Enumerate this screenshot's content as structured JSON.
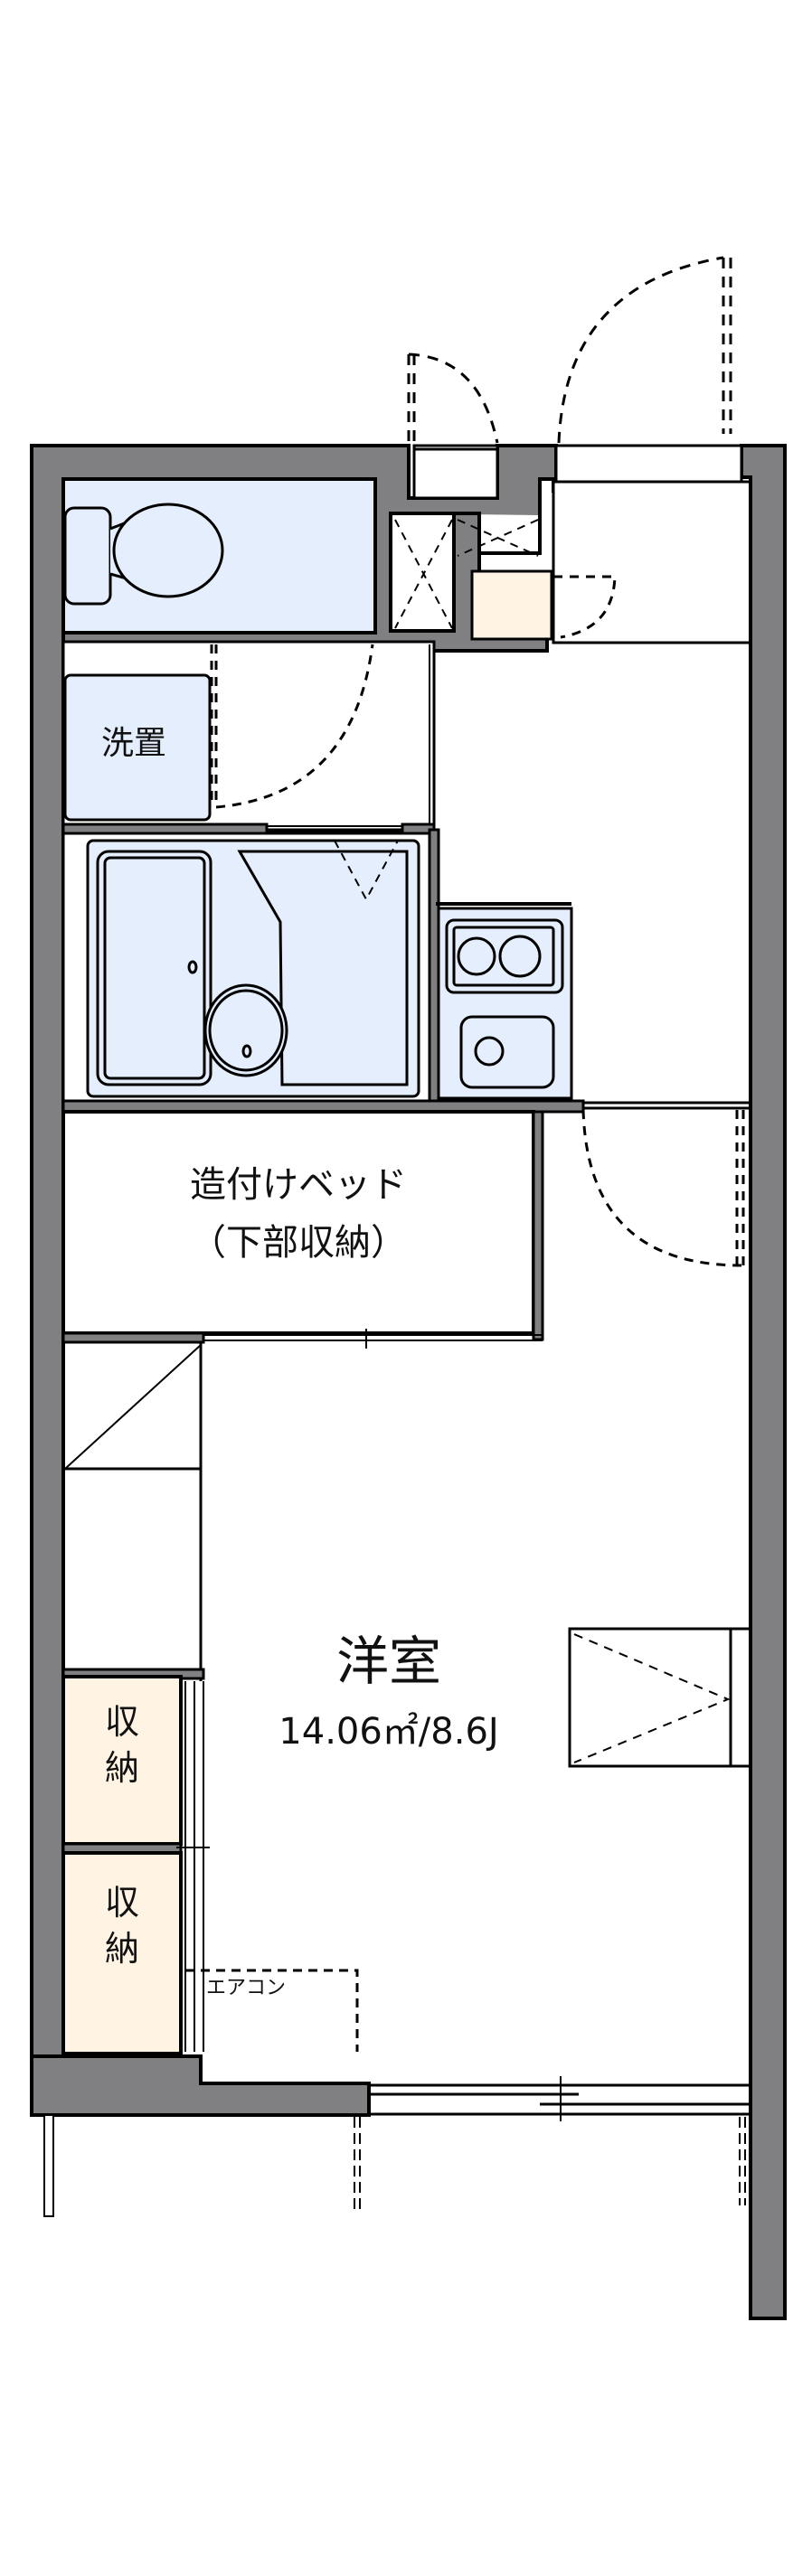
{
  "floorplan": {
    "title": "1K floor plan",
    "colors": {
      "wall": "#808083",
      "line": "#000000",
      "wet_area_fill": "#e5eefc",
      "storage_fill": "#fff4e3",
      "background": "#ffffff"
    },
    "rooms": {
      "main_room": {
        "name": "洋室",
        "area": "14.06㎡/8.6J"
      },
      "built_in_bed": {
        "line1": "造付けベッド",
        "line2": "（下部収納）"
      },
      "washing_machine": {
        "label": "洗置"
      },
      "storage_1": {
        "label": "収\n納"
      },
      "storage_2": {
        "label": "収\n納"
      },
      "air_conditioner": {
        "label": "エアコン"
      }
    },
    "fixtures": [
      "toilet-icon",
      "bathtub-icon",
      "kitchen-stove-icon",
      "kitchen-sink-icon",
      "shoe-box",
      "window",
      "sliding-door"
    ]
  }
}
